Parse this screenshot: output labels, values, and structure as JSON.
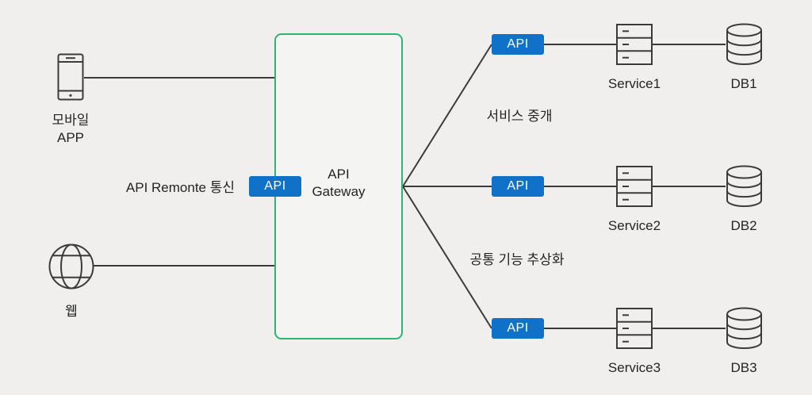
{
  "colors": {
    "background": "#f0efed",
    "green": "#2eb573",
    "blue": "#0f72c8",
    "line": "#3b3b3b",
    "text": "#242424",
    "badge_text": "#ffffff",
    "box_fill": "#f4f4f2"
  },
  "clients": {
    "mobile": {
      "label": "모바일\nAPP"
    },
    "web": {
      "label": "웹"
    }
  },
  "gateway": {
    "title": "API\nGateway",
    "badge": "API"
  },
  "annotations": {
    "left_note": "API Remonte 통신",
    "top_note": "서비스 중개",
    "bottom_note": "공통 기능 추상화"
  },
  "services": [
    {
      "badge": "API",
      "service": "Service1",
      "db": "DB1"
    },
    {
      "badge": "API",
      "service": "Service2",
      "db": "DB2"
    },
    {
      "badge": "API",
      "service": "Service3",
      "db": "DB3"
    }
  ]
}
